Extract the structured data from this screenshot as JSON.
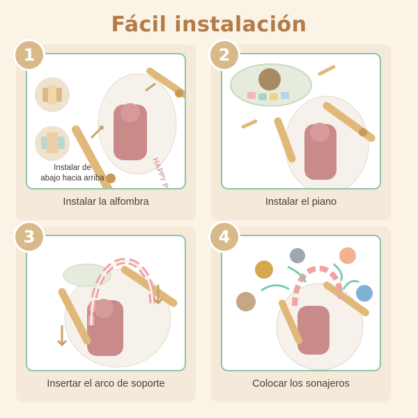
{
  "title": "Fácil instalación",
  "steps": [
    {
      "number": "1",
      "caption": "Instalar la alfombra",
      "note_line1": "Instalar de",
      "note_line2": "abajo hacia arriba"
    },
    {
      "number": "2",
      "caption": "Instalar el piano"
    },
    {
      "number": "3",
      "caption": "Insertar el arco de soporte"
    },
    {
      "number": "4",
      "caption": "Colocar los sonajeros"
    }
  ],
  "mat_text": "HAPPY Paradise",
  "colors": {
    "background": "#fbf3e6",
    "card": "#f5e9d9",
    "frame_border": "#8fc1ad",
    "badge": "#d8b98a",
    "title": "#b27b49",
    "wood": "#e0b877",
    "bear": "#c98a8a"
  }
}
